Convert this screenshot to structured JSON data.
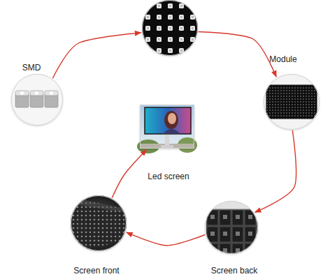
{
  "diagram": {
    "nodes": [
      {
        "text": []
      },
      {
        "text": [
          "SMD"
        ]
      },
      {
        "text": [
          "Module"
        ]
      },
      {
        "text": [
          "Led screen"
        ]
      },
      {
        "text": [
          "Screen front"
        ]
      },
      {
        "text": [
          "Screen back"
        ]
      }
    ],
    "edges": [
      {
        "from": 1,
        "to": 0,
        "arrow": "to"
      },
      {
        "from": 0,
        "to": 2,
        "arrow": "to"
      },
      {
        "from": 2,
        "to": 5,
        "arrow": "to"
      },
      {
        "from": 5,
        "to": 4,
        "arrow": "to"
      },
      {
        "from": 4,
        "to": 3,
        "arrow": "to"
      }
    ]
  }
}
